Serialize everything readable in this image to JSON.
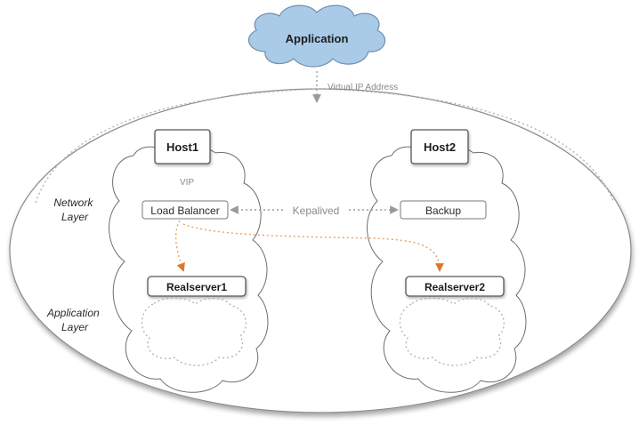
{
  "application": {
    "label": "Application",
    "cloud_fill": "#a9cbe8",
    "cloud_stroke": "#6f8fae"
  },
  "vip_link": {
    "label": "Virtual IP Address"
  },
  "layers": {
    "network_line1": "Network",
    "network_line2": "Layer",
    "application_line1": "Application",
    "application_line2": "Layer"
  },
  "host1": {
    "title": "Host1",
    "vip_label": "VIP",
    "load_balancer": "Load Balancer",
    "realserver": "Realserver1"
  },
  "host2": {
    "title": "Host2",
    "backup": "Backup",
    "realserver": "Realserver2"
  },
  "keepalived_link": {
    "label": "Kepalived"
  },
  "colors": {
    "dotted_gray": "#b5b5b5",
    "dotted_orange": "#e8a060",
    "arrow_orange": "#d9782e"
  }
}
